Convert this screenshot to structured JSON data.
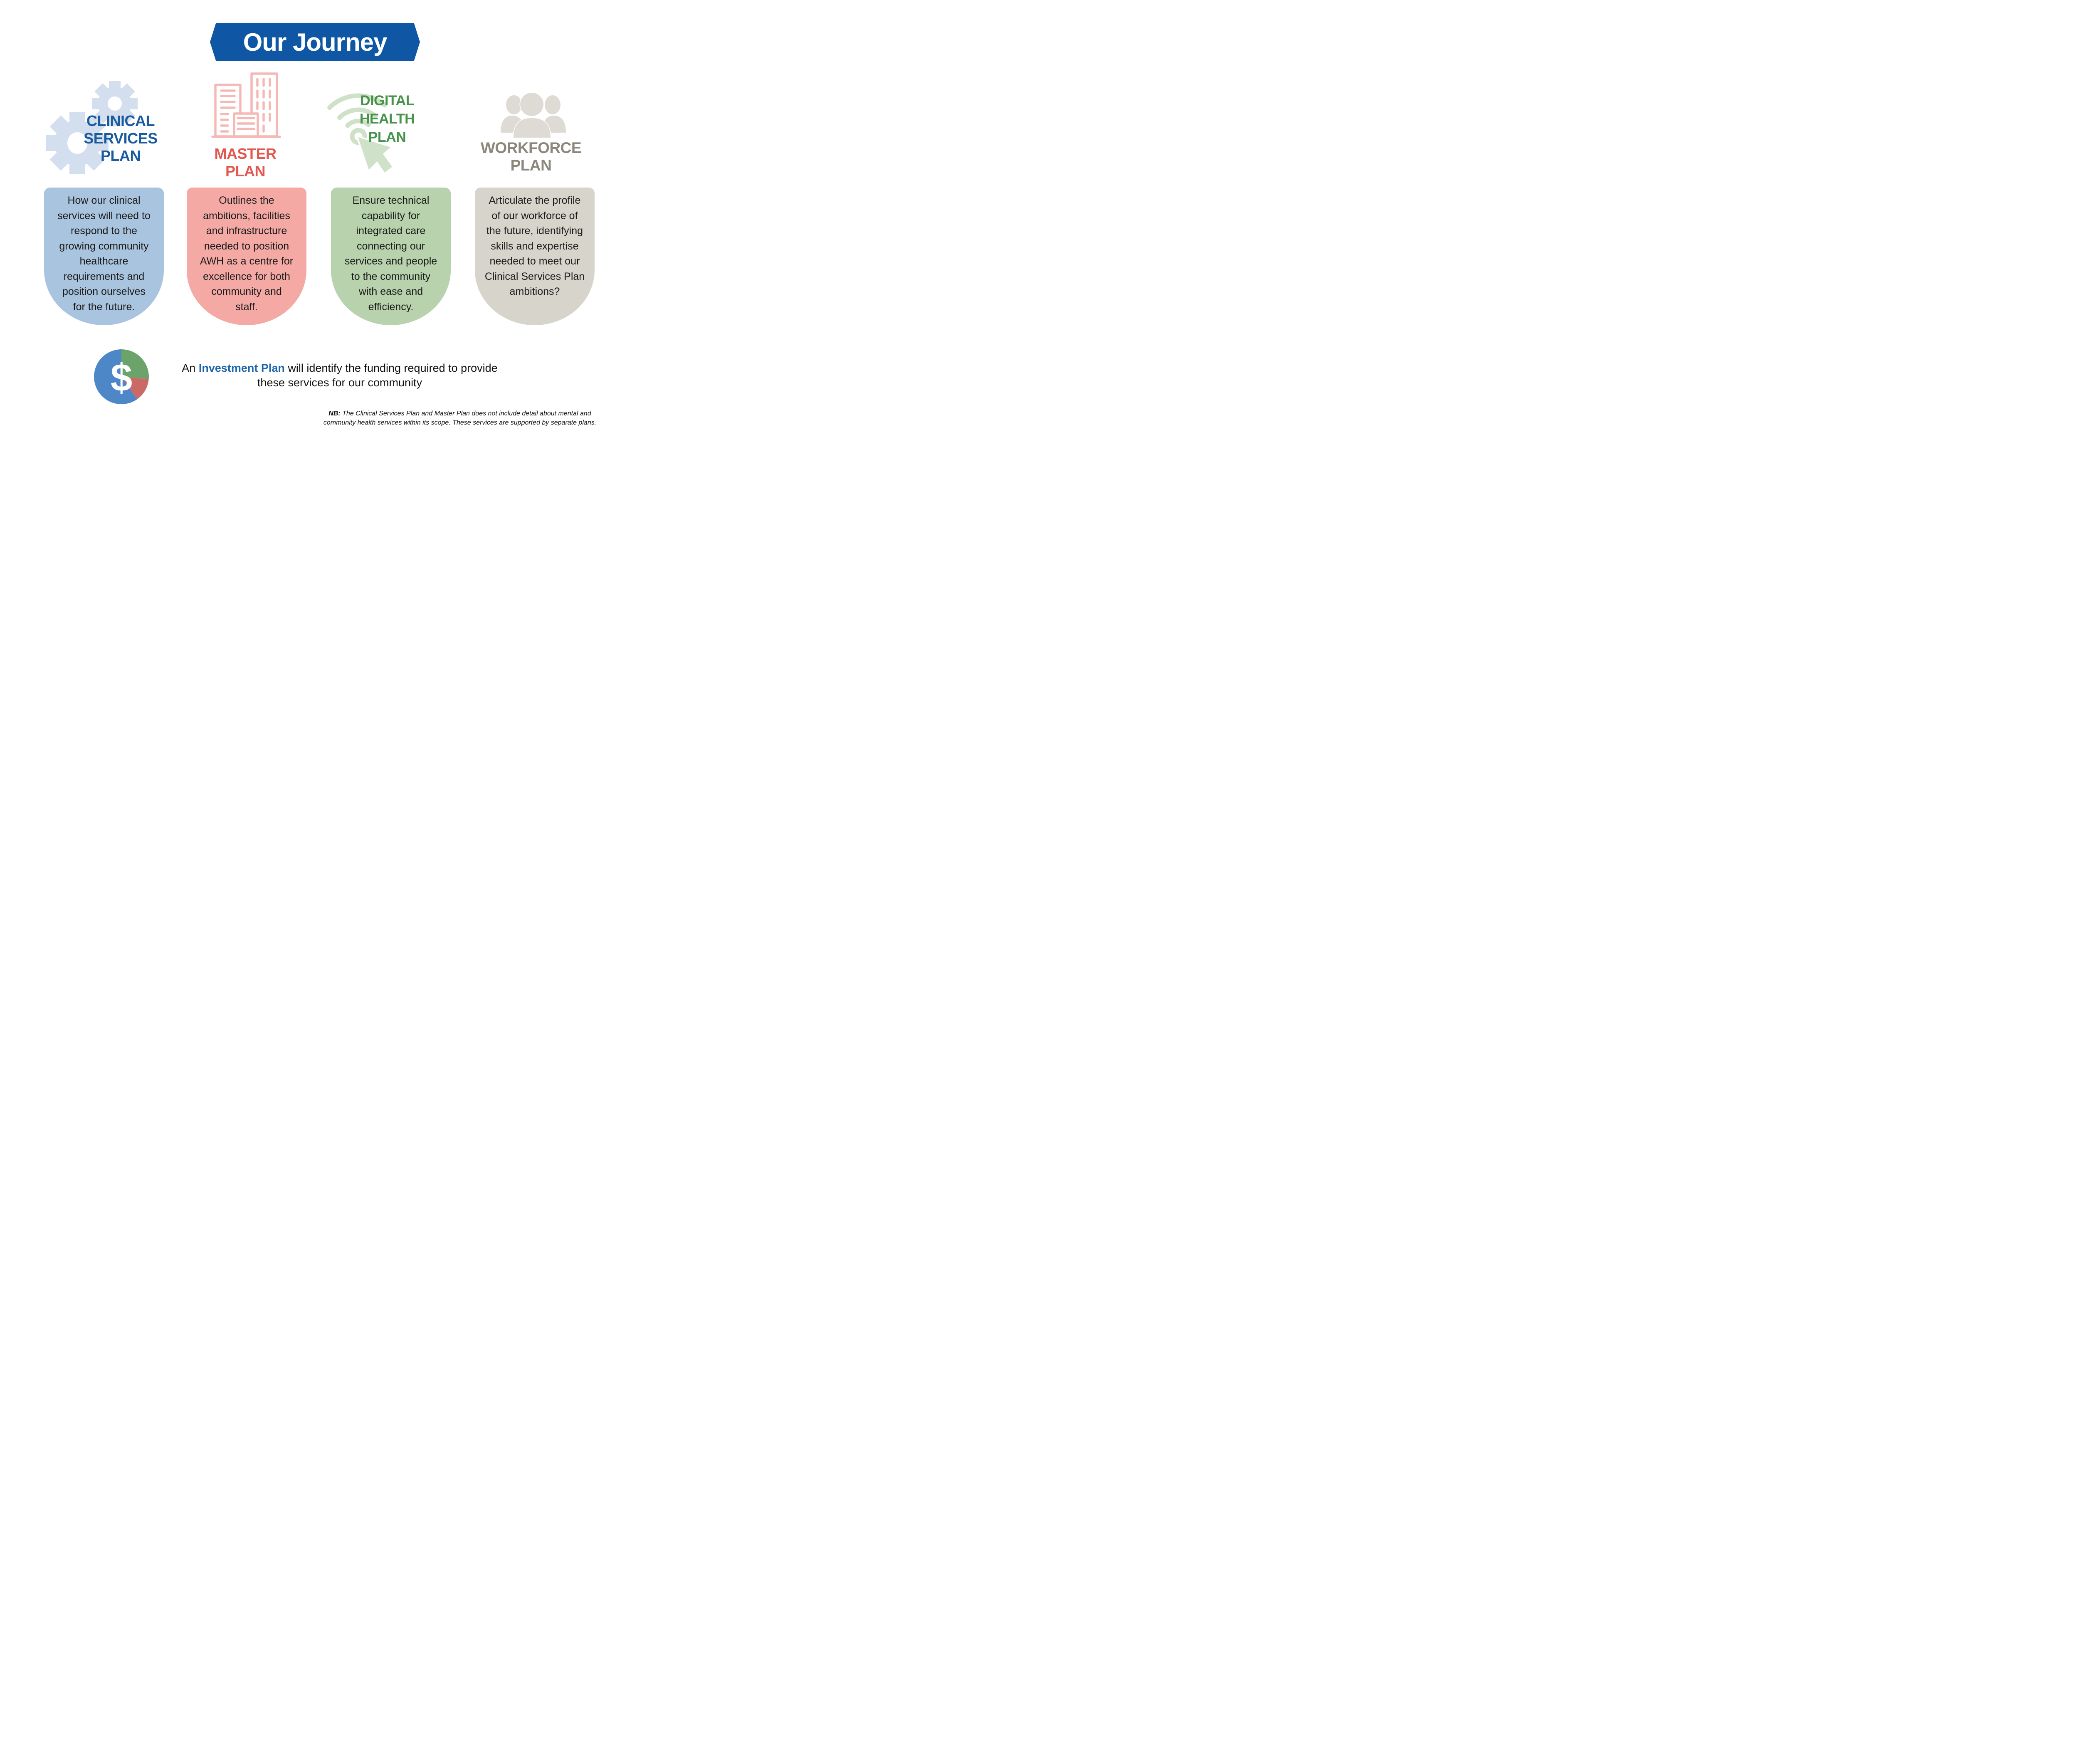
{
  "title": "Our Journey",
  "currency_symbol": "$",
  "columns": [
    {
      "icon": "gears-icon",
      "heading_lines": [
        "CLINICAL",
        "SERVICES",
        "PLAN"
      ],
      "body": "How our clinical\nservices will need to\nrespond to the\ngrowing community\nhealthcare\nrequirements and\nposition ourselves\nfor the future."
    },
    {
      "icon": "buildings-icon",
      "heading_lines": [
        "MASTER",
        "PLAN"
      ],
      "body": "Outlines the\nambitions, facilities\nand infrastructure\nneeded to position\nAWH as a centre for\nexcellence for both\ncommunity and\nstaff."
    },
    {
      "icon": "wifi-cursor-icon",
      "heading_lines": [
        "DIGITAL",
        "HEALTH",
        "PLAN"
      ],
      "body": "Ensure technical\ncapability for\nintegrated care\nconnecting our\nservices and people\nto the community\nwith ease and\nefficiency."
    },
    {
      "icon": "people-group-icon",
      "heading_lines": [
        "WORKFORCE",
        "PLAN"
      ],
      "body": "Articulate the profile\nof our workforce of\nthe future, identifying\nskills and expertise\nneeded to meet our\nClinical Services Plan\nambitions?"
    }
  ],
  "investment": {
    "prefix": "An ",
    "highlight": "Investment Plan",
    "suffix": " will identify the funding required to provide",
    "line2": "these services for our community"
  },
  "note": {
    "label": "NB:",
    "line1": " The Clinical Services Plan and Master Plan does not include detail about mental and",
    "line2": "community health services within its scope. These services are supported by separate plans."
  },
  "colors": {
    "banner_bg": "#0f57a4",
    "banner_text": "#ffffff",
    "clinical_heading": "#1a5a9e",
    "clinical_box": "#a9c4df",
    "icon_gear": "#d3dfee",
    "master_heading": "#e2574f",
    "master_box": "#f4a9a5",
    "icon_building": "#f5b9b5",
    "digital_heading": "#48934b",
    "digital_box": "#b7d2ac",
    "icon_wifi": "#cfe2c9",
    "workforce_heading": "#8b877a",
    "workforce_box": "#d7d4cc",
    "icon_people": "#dedbd5",
    "pie_blue": "#4d87c7",
    "pie_green": "#6ba36b",
    "pie_red": "#c96a66",
    "invest_highlight": "#1f66ad"
  }
}
